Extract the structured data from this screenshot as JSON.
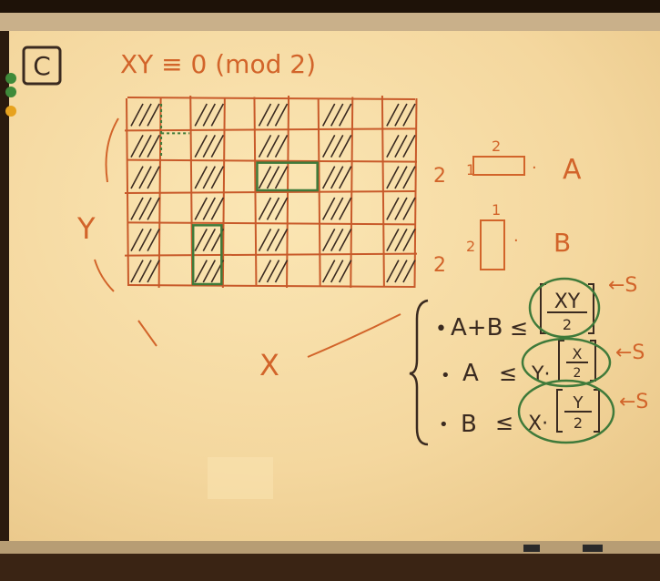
{
  "board": {
    "corner_label": "C",
    "header": "XY ≡ 0 (mod 2)",
    "y_label": "Y",
    "x_label": "X",
    "piece_a": {
      "length_label": "2",
      "width_label": "1",
      "name": "A",
      "multiplier": "2"
    },
    "piece_b": {
      "length_label": "1",
      "width_label": "2",
      "name": "B",
      "multiplier": "2"
    },
    "constraints": [
      {
        "lhs": "A+B",
        "relation": "≤",
        "rhs_prefix": "",
        "rhs_num": "XY",
        "rhs_den": "2",
        "arrow_label": "←S"
      },
      {
        "lhs": "A",
        "relation": "≤",
        "rhs_prefix": "Y·",
        "rhs_num": "X",
        "rhs_den": "2",
        "arrow_label": "←S"
      },
      {
        "lhs": "B",
        "relation": "≤",
        "rhs_prefix": "X·",
        "rhs_num": "Y",
        "rhs_den": "2",
        "arrow_label": "←S"
      }
    ]
  },
  "colors": {
    "wall": "#2a1a0e",
    "board": "#f6d9a0",
    "orange_marker": "#d2642a",
    "dark_marker": "#3a2a20",
    "green_marker": "#3f7a3a",
    "gray_marker": "#6a6a6a"
  }
}
